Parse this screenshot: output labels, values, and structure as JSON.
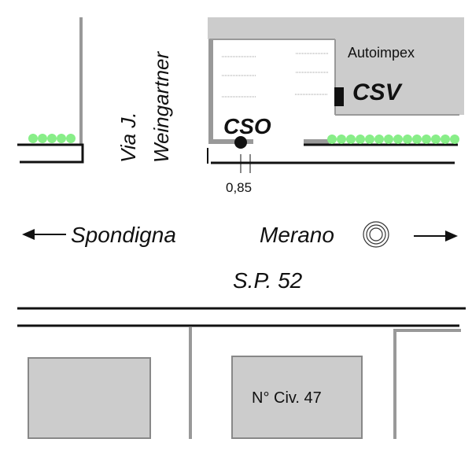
{
  "map": {
    "street_vertical": {
      "line1": "Via J.",
      "line2": "Weingartner"
    },
    "business": "Autoimpex",
    "markers": {
      "csv": "CSV",
      "cso": "CSO"
    },
    "measure": "0,85",
    "direction_left": "Spondigna",
    "direction_right": "Merano",
    "road_name": "S.P. 52",
    "house_number": "N° Civ. 47",
    "colors": {
      "building": "#cccccc",
      "wall": "#999999",
      "hedge": "#88ee88",
      "line": "#111111"
    }
  }
}
